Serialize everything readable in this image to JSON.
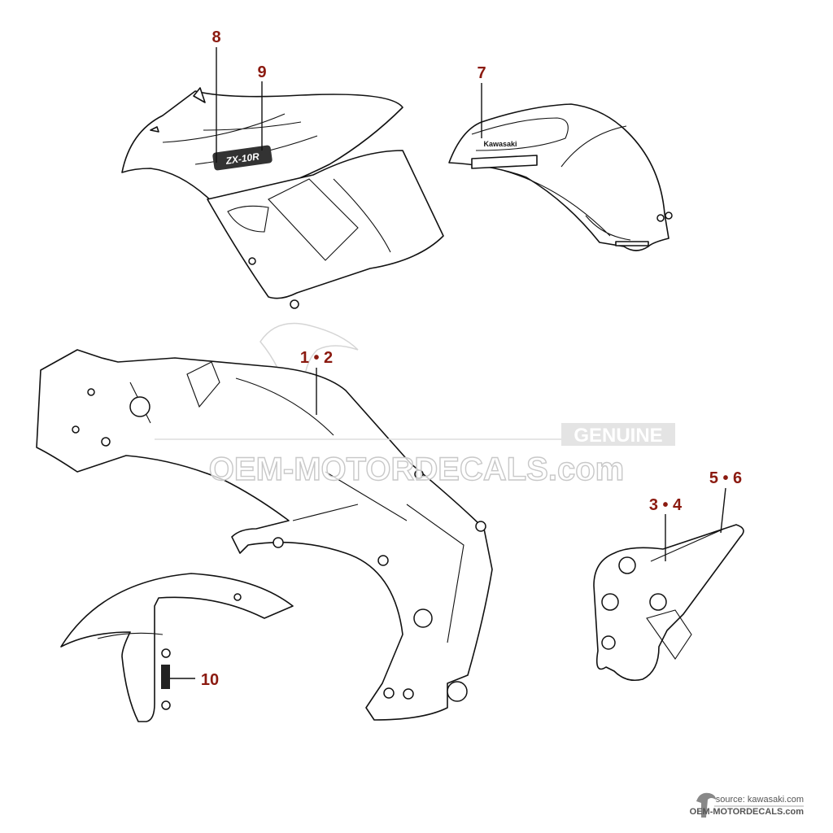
{
  "callouts": {
    "c8": "8",
    "c9": "9",
    "c7": "7",
    "c12": "1 • 2",
    "c34": "3 • 4",
    "c56": "5 • 6",
    "c10": "10"
  },
  "decals": {
    "tank_logo": "Kawasaki",
    "fairing_logo": "ZX-10R"
  },
  "watermark": {
    "badge": "GENUINE",
    "site": "OEM-MOTORDECALS.com"
  },
  "source": {
    "line1": "source: kawasaki.com",
    "line2": "OEM-MOTORDECALS.com"
  },
  "colors": {
    "callout": "#8b1a10",
    "watermark": "#c8c8c8"
  }
}
